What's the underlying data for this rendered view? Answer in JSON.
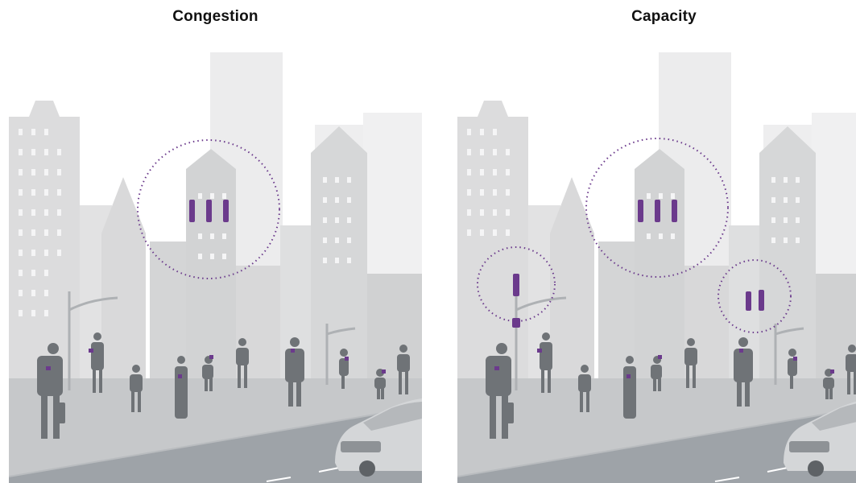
{
  "panels": [
    {
      "title": "Congestion",
      "cell_sites": 1,
      "antennas_per_site": [
        3
      ]
    },
    {
      "title": "Capacity",
      "cell_sites": 3,
      "antennas_per_site": [
        3,
        1,
        2
      ]
    }
  ],
  "colors": {
    "accent": "#6b3a8c",
    "building_light": "#e3e3e4",
    "building_mid": "#d6d7d8",
    "building_dark": "#c9cacb",
    "road": "#9aa0a6",
    "sidewalk": "#c4c6c8",
    "people": "#6f7377"
  }
}
